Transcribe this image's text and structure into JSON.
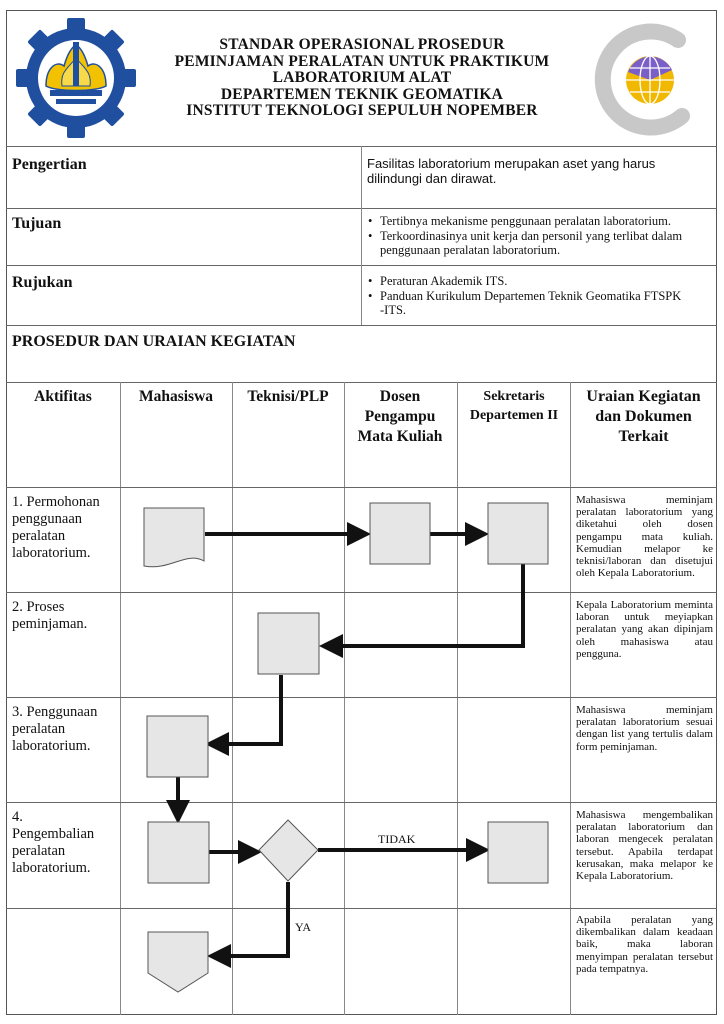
{
  "header": {
    "title_lines": [
      "STANDAR OPERASIONAL PROSEDUR",
      "PEMINJAMAN PERALATAN UNTUK PRAKTIKUM",
      "LABORATORIUM ALAT",
      "DEPARTEMEN TEKNIK GEOMATIKA",
      "INSTITUT TEKNOLOGI SEPULUH NOPEMBER"
    ],
    "left_logo": "its-logo",
    "right_logo": "geomatika-logo"
  },
  "pengertian": {
    "label": "Pengertian",
    "text": "Fasilitas laboratorium merupakan aset yang harus dilindungi dan dirawat."
  },
  "tujuan": {
    "label": "Tujuan",
    "items": [
      "Tertibnya mekanisme penggunaan peralatan laboratorium.",
      "Terkoordinasinya unit kerja dan personil yang terlibat dalam penggunaan peralatan laboratorium."
    ]
  },
  "rujukan": {
    "label": "Rujukan",
    "items": [
      "Peraturan Akademik ITS.",
      "Panduan Kurikulum Departemen Teknik Geomatika FTSPK -ITS."
    ]
  },
  "section_title": "PROSEDUR DAN URAIAN KEGIATAN",
  "columns": {
    "aktifitas": "Aktifitas",
    "mahasiswa": "Mahasiswa",
    "teknisi": "Teknisi/PLP",
    "dosen": "Dosen Pengampu Mata Kuliah",
    "sekretaris": "Sekretaris Departemen II",
    "uraian": "Uraian Kegiatan dan Dokumen Terkait"
  },
  "rows": [
    {
      "activity": "1. Permohonan penggunaan peralatan laboratorium.",
      "description": "Mahasiswa meminjam peralatan laboratorium yang diketahui oleh dosen pengampu mata kuliah. Kemudian melapor ke teknisi/laboran dan disetujui oleh Kepala Laboratorium."
    },
    {
      "activity": "2. Proses peminjaman.",
      "description": "Kepala Laboratorium meminta laboran untuk meyiapkan peralatan yang akan dipinjam oleh mahasiswa atau pengguna."
    },
    {
      "activity": "3. Penggunaan peralatan laboratorium.",
      "description": "Mahasiswa meminjam peralatan laboratorium sesuai dengan list yang tertulis dalam form peminjaman."
    },
    {
      "activity": "4. Pengembalian peralatan laboratorium.",
      "description": "Mahasiswa mengembalikan peralatan laboratorium dan laboran mengecek peralatan tersebut. Apabila terdapat kerusakan, maka melapor ke Kepala Laboratorium."
    },
    {
      "activity": "",
      "description": "Apabila peralatan yang dikembalikan dalam keadaan baik, maka laboran menyimpan peralatan tersebut pada tempatnya."
    }
  ],
  "flow_labels": {
    "no": "TIDAK",
    "yes": "YA"
  },
  "colors": {
    "box_fill": "#e6e6e6",
    "line": "#111111",
    "its_blue": "#1f4f9e",
    "its_yellow": "#f2c200"
  }
}
